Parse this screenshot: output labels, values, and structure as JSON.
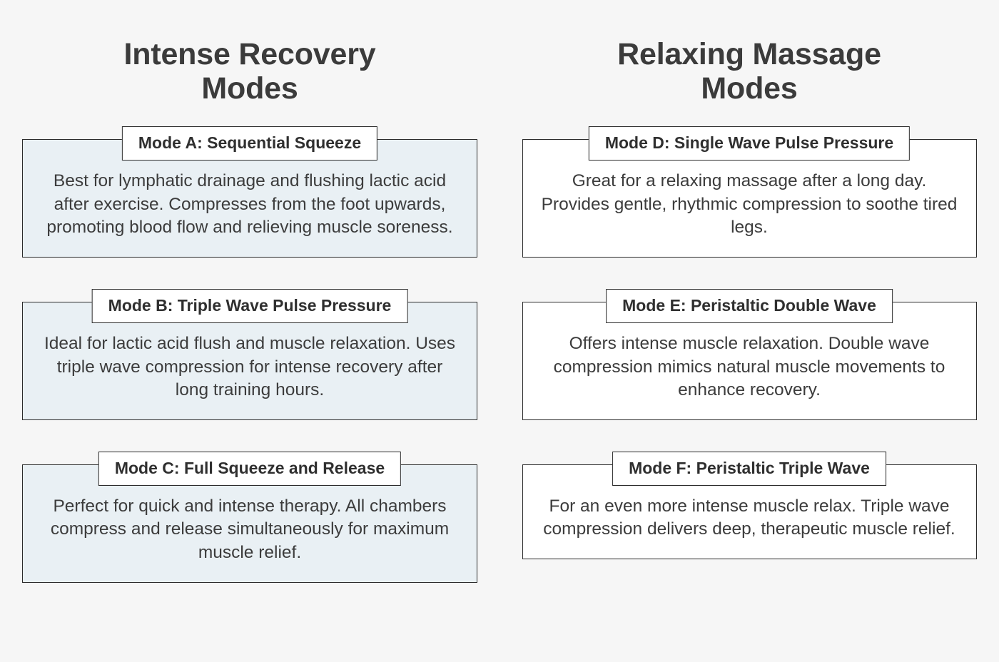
{
  "background_color": "#f6f6f6",
  "border_color": "#2b2b2b",
  "tint_color": "#e9f0f4",
  "title_color": "#3b3b3b",
  "text_color": "#3c3c3c",
  "columns": [
    {
      "title": "Intense Recovery\nModes",
      "style": "tinted",
      "cards": [
        {
          "header": "Mode A: Sequential Squeeze",
          "description": "Best for lymphatic drainage and flushing lactic acid after exercise. Compresses from the foot upwards, promoting blood flow and relieving muscle soreness."
        },
        {
          "header": "Mode B: Triple Wave Pulse Pressure",
          "description": "Ideal for lactic acid flush and muscle relaxation. Uses triple wave compression for intense recovery after long training hours."
        },
        {
          "header": "Mode C: Full Squeeze and Release",
          "description": "Perfect for quick and intense therapy. All chambers compress and release simultaneously for maximum muscle relief."
        }
      ]
    },
    {
      "title": "Relaxing Massage\nModes",
      "style": "plain",
      "cards": [
        {
          "header": "Mode D: Single Wave Pulse Pressure",
          "description": "Great for a relaxing massage after a long day. Provides gentle, rhythmic compression to soothe tired legs."
        },
        {
          "header": "Mode E: Peristaltic Double Wave",
          "description": "Offers intense muscle relaxation. Double wave compression mimics natural muscle movements to enhance recovery."
        },
        {
          "header": "Mode F: Peristaltic Triple Wave",
          "description": "For an even more intense muscle relax. Triple wave compression delivers deep, therapeutic muscle relief."
        }
      ]
    }
  ]
}
